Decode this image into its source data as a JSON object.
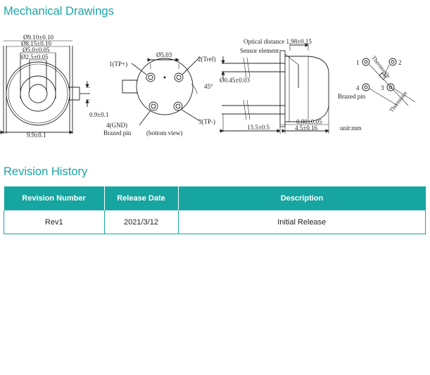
{
  "sections": {
    "mechanical_title": "Mechanical Drawings",
    "revision_title": "Revision History"
  },
  "drawing": {
    "dims": {
      "d910": "Ø9.10±0.10",
      "d815": "Ø8.15±0.10",
      "d500": "Ø5.0±0.05",
      "d250": "Ø2.5±0.05",
      "w99": "9.9±0.1",
      "tab": "0.9±0.1",
      "pcd": "Ø5.03",
      "angle": "45°",
      "pin_d": "Ø0.45±0.03",
      "optical": "Optical distance 1.98±0.15",
      "lead": "13.5±0.5",
      "flange": "0.80±0.05",
      "body": "4.5±0.16"
    },
    "labels": {
      "pin1": "1(TP+)",
      "pin2": "2(Tref)",
      "pin3": "3(TP-)",
      "pin4": "4(GND)",
      "brazed": "Brazed pin",
      "bottom": "(bottom view)",
      "sensor": "Sensor element",
      "unit": "unit:mm",
      "s1": "1",
      "s2": "2",
      "s3": "3",
      "s4": "4",
      "brazed2": "Brazed pin",
      "thermopile": "Thermopile",
      "thermistor": "Thermistor"
    }
  },
  "revision_table": {
    "headers": [
      "Revision Number",
      "Release Date",
      "Description"
    ],
    "rows": [
      [
        "Rev1",
        "2021/3/12",
        "Initial Release"
      ]
    ]
  }
}
